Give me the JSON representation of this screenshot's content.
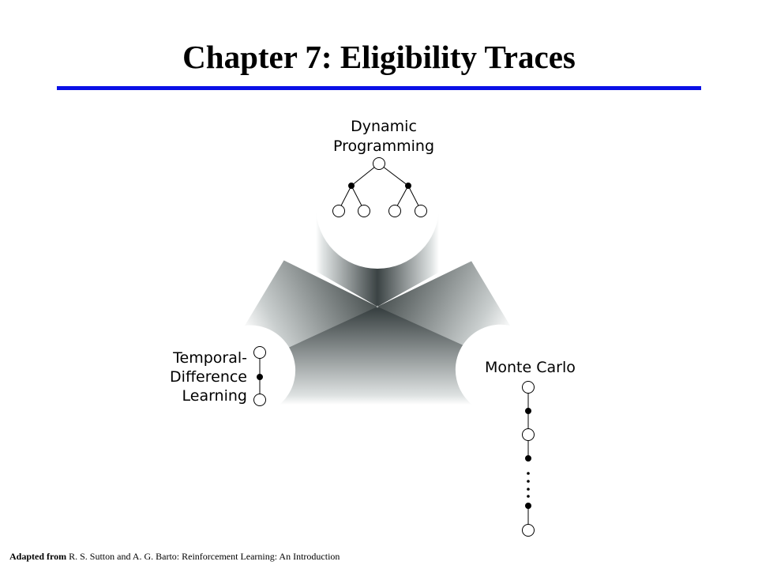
{
  "slide": {
    "title": "Chapter 7: Eligibility Traces",
    "rule_color": "#0a10e6"
  },
  "diagram": {
    "top_label": [
      "Dynamic",
      "Programming"
    ],
    "left_label": [
      "Temporal-",
      "Difference",
      "Learning"
    ],
    "right_label": "Monte Carlo"
  },
  "footer": {
    "lead": "Adapted from",
    "rest": " R. S. Sutton and A. G. Barto: Reinforcement Learning: An Introduction"
  }
}
